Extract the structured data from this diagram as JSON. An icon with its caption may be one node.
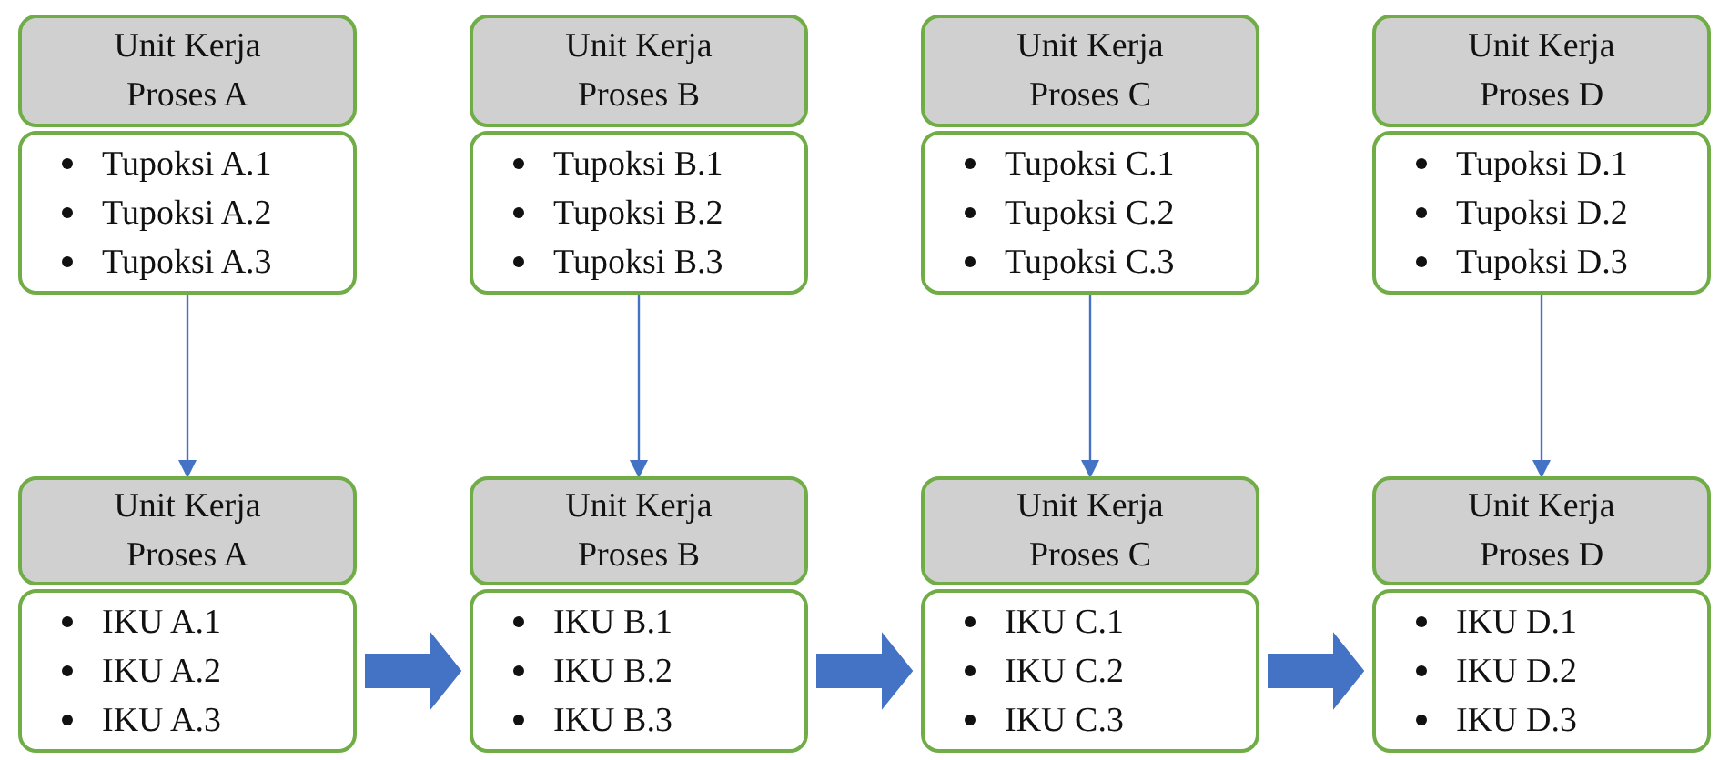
{
  "diagram": {
    "nodes": [
      {
        "text": [
          "Unit Kerja Proses A"
        ]
      },
      {
        "text": [
          "Tupoksi A.1",
          "Tupoksi A.2",
          "Tupoksi A.3"
        ]
      },
      {
        "text": [
          "Unit Kerja Proses B"
        ]
      },
      {
        "text": [
          "Tupoksi B.1",
          "Tupoksi B.2",
          "Tupoksi B.3"
        ]
      },
      {
        "text": [
          "Unit Kerja Proses C"
        ]
      },
      {
        "text": [
          "Tupoksi C.1",
          "Tupoksi C.2",
          "Tupoksi C.3"
        ]
      },
      {
        "text": [
          "Unit Kerja Proses D"
        ]
      },
      {
        "text": [
          "Tupoksi D.1",
          "Tupoksi D.2",
          "Tupoksi D.3"
        ]
      },
      {
        "text": [
          "Unit Kerja Proses A"
        ]
      },
      {
        "text": [
          "IKU A.1",
          "IKU A.2",
          "IKU A.3"
        ]
      },
      {
        "text": [
          "Unit Kerja Proses B"
        ]
      },
      {
        "text": [
          "IKU B.1",
          "IKU B.2",
          "IKU B.3"
        ]
      },
      {
        "text": [
          "Unit Kerja Proses C"
        ]
      },
      {
        "text": [
          "IKU C.1",
          "IKU C.2",
          "IKU C.3"
        ]
      },
      {
        "text": [
          "Unit Kerja Proses D"
        ]
      },
      {
        "text": [
          "IKU D.1",
          "IKU D.2",
          "IKU D.3"
        ]
      }
    ],
    "edges": [
      {
        "from": 1,
        "to": 8,
        "arrow": "to"
      },
      {
        "from": 3,
        "to": 10,
        "arrow": "to"
      },
      {
        "from": 5,
        "to": 12,
        "arrow": "to"
      },
      {
        "from": 7,
        "to": 14,
        "arrow": "to"
      },
      {
        "from": 9,
        "to": 11,
        "arrow": "to",
        "style": "thick"
      },
      {
        "from": 11,
        "to": 13,
        "arrow": "to",
        "style": "thick"
      },
      {
        "from": 13,
        "to": 15,
        "arrow": "to",
        "style": "thick"
      }
    ]
  }
}
